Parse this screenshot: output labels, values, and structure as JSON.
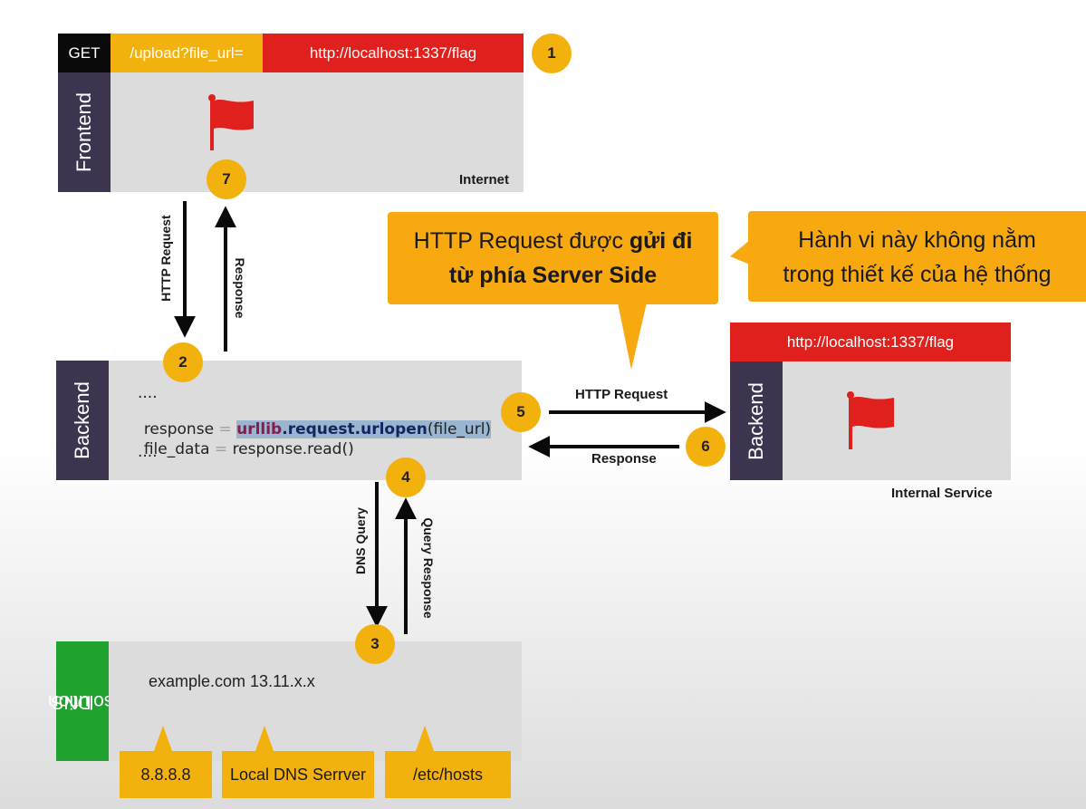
{
  "request_bar": {
    "method": "GET",
    "path": "/upload?file_url=",
    "url": "http://localhost:1337/flag"
  },
  "frontend": {
    "label": "Frontend",
    "zone": "Internet"
  },
  "backend": {
    "label": "Backend",
    "code": {
      "dots_top": "....",
      "line1_var": "response",
      "line1_eq": " = ",
      "line1_mod": "urllib",
      "line1_fn": ".request.urlopen",
      "line1_args": "(file_url)",
      "line2_var": "file_data",
      "line2_eq": " = ",
      "line2_rest": "response.read()",
      "dots_bottom": "...."
    }
  },
  "internal": {
    "url": "http://localhost:1337/flag",
    "label": "Backend",
    "zone": "Internal Service"
  },
  "dns": {
    "label_line1": "DNS",
    "label_line2": "Resolution",
    "record": "example.com 13.11.x.x",
    "sources": [
      "8.8.8.8",
      "Local DNS Serrver",
      "/etc/hosts"
    ]
  },
  "arrows": {
    "http_request_front": "HTTP Request",
    "response_front": "Response",
    "dns_query": "DNS Query",
    "query_response": "Query Response",
    "http_request_internal": "HTTP Request",
    "response_internal": "Response"
  },
  "steps": [
    "1",
    "2",
    "3",
    "4",
    "5",
    "6",
    "7"
  ],
  "callouts": {
    "server_side_plain": "HTTP Request được ",
    "server_side_bold_1": "gửi đi",
    "server_side_bold_2": "từ phía Server Side",
    "design_line1": "Hành vi này không nằm",
    "design_line2": "trong thiết kế của hệ thống"
  },
  "colors": {
    "accent": "#f3b10d",
    "red": "#e0201c",
    "purple": "#3d3450",
    "green": "#1fa22e",
    "panel": "#dcdcdc"
  },
  "icons": [
    "flag-icon",
    "flag-icon"
  ]
}
